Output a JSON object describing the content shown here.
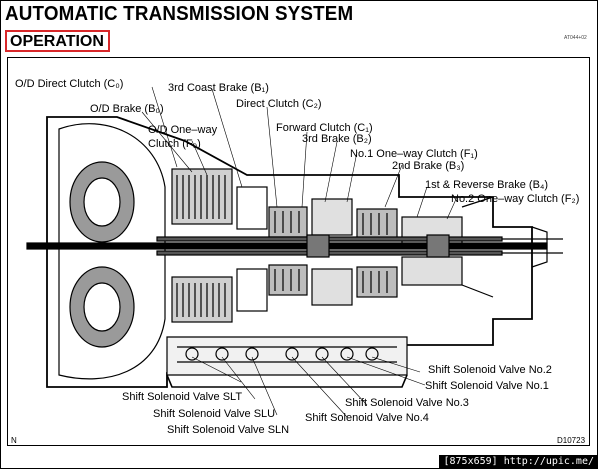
{
  "header": {
    "title": "AUTOMATIC TRANSMISSION SYSTEM",
    "subtitle": "OPERATION",
    "ref_code": "AT044+02"
  },
  "labels": {
    "od_direct_clutch": "O/D Direct Clutch (C₀)",
    "od_brake": "O/D Brake (B₀)",
    "od_one_way_clutch_line1": "O/D One–way",
    "od_one_way_clutch_line2": "Clutch (F₀)",
    "coast_brake": "3rd Coast Brake (B₁)",
    "direct_clutch": "Direct Clutch (C₂)",
    "forward_clutch": "Forward Clutch (C₁)",
    "third_brake": "3rd Brake (B₂)",
    "no1_one_way_clutch": "No.1 One–way Clutch (F₁)",
    "second_brake": "2nd Brake (B₃)",
    "first_reverse_brake": "1st & Reverse Brake (B₄)",
    "no2_one_way_clutch": "No.2 One–way Clutch (F₂)",
    "solenoid_slt": "Shift Solenoid Valve SLT",
    "solenoid_slu": "Shift Solenoid Valve SLU",
    "solenoid_sln": "Shift Solenoid Valve SLN",
    "solenoid_no2": "Shift Solenoid Valve No.2",
    "solenoid_no1": "Shift Solenoid Valve No.1",
    "solenoid_no3": "Shift Solenoid Valve No.3",
    "solenoid_no4": "Shift Solenoid Valve No.4"
  },
  "corners": {
    "bottom_left": "N",
    "drawing_code": "D10723"
  },
  "watermark": "[875x659] http://upic.me/"
}
